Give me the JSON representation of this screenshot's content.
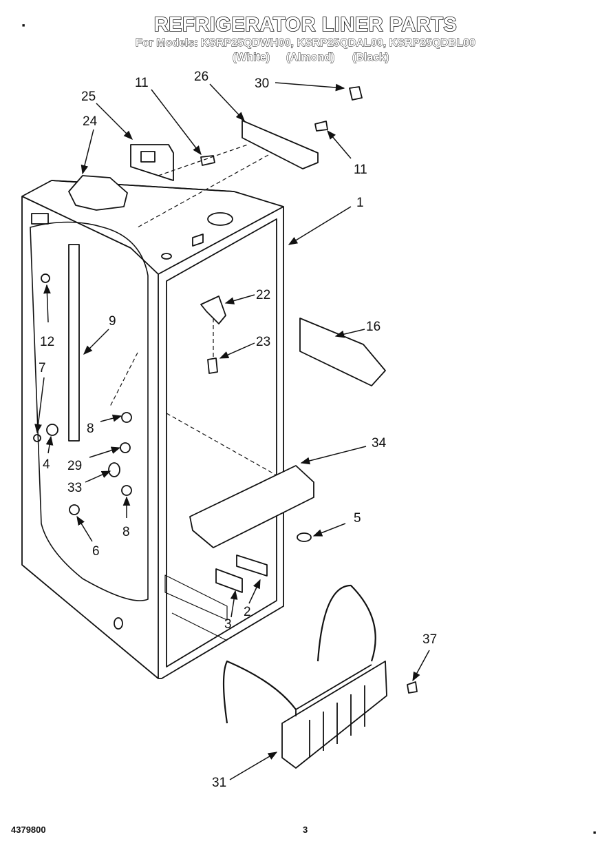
{
  "header": {
    "title": "REFRIGERATOR LINER PARTS",
    "models_label": "For Models:",
    "models": "KSRP25QDWH00, KSRP25QDAL00, KSRP25QDBL00",
    "variants": [
      "(White)",
      "(Almond)",
      "(Black)"
    ]
  },
  "callouts": [
    "30",
    "26",
    "11",
    "25",
    "24",
    "11",
    "1",
    "22",
    "16",
    "23",
    "12",
    "9",
    "7",
    "8",
    "34",
    "4",
    "29",
    "33",
    "5",
    "8",
    "6",
    "3",
    "2",
    "37",
    "31"
  ],
  "footer": {
    "doc_number": "4379800",
    "page_number": "3"
  },
  "marks": {
    "top_left": "■",
    "bottom_right": "■"
  }
}
